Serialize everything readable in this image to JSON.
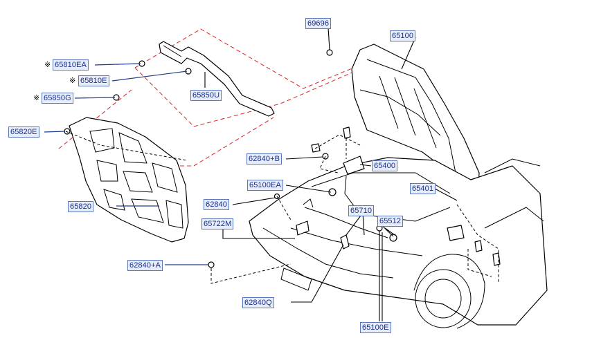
{
  "callouts": [
    {
      "id": "69696",
      "label": "69696"
    },
    {
      "id": "65100",
      "label": "65100"
    },
    {
      "id": "65810EA",
      "label": "65810EA",
      "marked": true
    },
    {
      "id": "65810E",
      "label": "65810E",
      "marked": true
    },
    {
      "id": "65850U",
      "label": "65850U"
    },
    {
      "id": "65850G",
      "label": "65850G",
      "marked": true
    },
    {
      "id": "65820E",
      "label": "65820E"
    },
    {
      "id": "62840B",
      "label": "62840+B"
    },
    {
      "id": "65400",
      "label": "65400"
    },
    {
      "id": "65100EA",
      "label": "65100EA"
    },
    {
      "id": "65401",
      "label": "65401"
    },
    {
      "id": "62840",
      "label": "62840"
    },
    {
      "id": "65710",
      "label": "65710"
    },
    {
      "id": "65820",
      "label": "65820"
    },
    {
      "id": "65512",
      "label": "65512"
    },
    {
      "id": "65722M",
      "label": "65722M"
    },
    {
      "id": "62840A",
      "label": "62840+A"
    },
    {
      "id": "62840Q",
      "label": "62840Q"
    },
    {
      "id": "65100E",
      "label": "65100E"
    }
  ],
  "marker_symbol": "※",
  "colors": {
    "callout_fill": "#e6ecfa",
    "callout_border": "#5a78c0",
    "callout_text": "#1a2f86",
    "reference_dashes": "#e03030",
    "line_art": "#000000"
  }
}
